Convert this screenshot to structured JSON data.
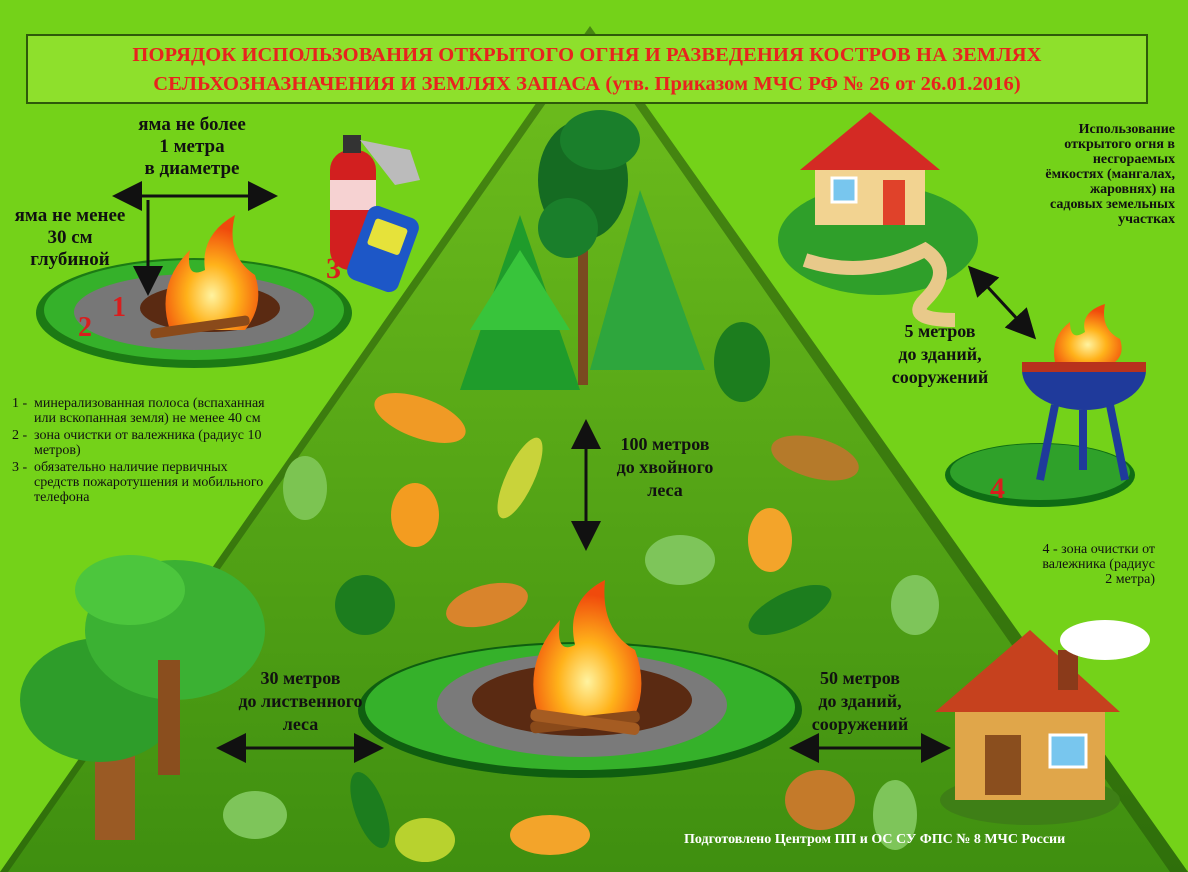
{
  "title": {
    "line1": "ПОРЯДОК ИСПОЛЬЗОВАНИЯ ОТКРЫТОГО ОГНЯ И РАЗВЕДЕНИЯ КОСТРОВ НА ЗЕМЛЯХ",
    "line2": "СЕЛЬХОЗНАЗНАЧЕНИЯ И ЗЕМЛЯХ ЗАПАСА (утв. Приказом МЧС РФ № 26 от 26.01.2016)"
  },
  "pit": {
    "diameter": [
      "яма не более",
      "1 метра",
      "в диаметре"
    ],
    "depth": [
      "яма не менее",
      "30 см",
      "глубиной"
    ]
  },
  "markers": {
    "m1": "1",
    "m2": "2",
    "m3": "3",
    "m4": "4"
  },
  "legend": [
    {
      "num": "1 -",
      "text": "минерализованная полоса (вспаханная или вскопанная земля) не менее 40 см"
    },
    {
      "num": "2 -",
      "text": "зона очистки от валежника (радиус 10 метров)"
    },
    {
      "num": "3 -",
      "text": "обязательно наличие первичных средств пожаротушения и мобильного телефона"
    }
  ],
  "distances": {
    "conifer": [
      "100 метров",
      "до хвойного",
      "леса"
    ],
    "deciduous": [
      "30 метров",
      "до лиственного",
      "леса"
    ],
    "buildings50": [
      "50 метров",
      "до зданий,",
      "сооружений"
    ],
    "buildings5": [
      "5 метров",
      "до зданий,",
      "сооружений"
    ]
  },
  "garden": [
    "Использование",
    "открытого огня в",
    "несгораемых",
    "ёмкостях (мангалах,",
    "жаровнях) на",
    "садовых земельных",
    "участках"
  ],
  "zone4": [
    "4 - зона очистки от",
    "валежника (радиус",
    "2 метра)"
  ],
  "credit": "Подготовлено Центром ПП и ОС СУ ФПС № 8 МЧС России",
  "colors": {
    "background": "#74d219",
    "title_text": "#e8231e",
    "marker": "#d81e1e",
    "triangle": "#4a9a10",
    "grass_ring": "#2ea12a"
  }
}
